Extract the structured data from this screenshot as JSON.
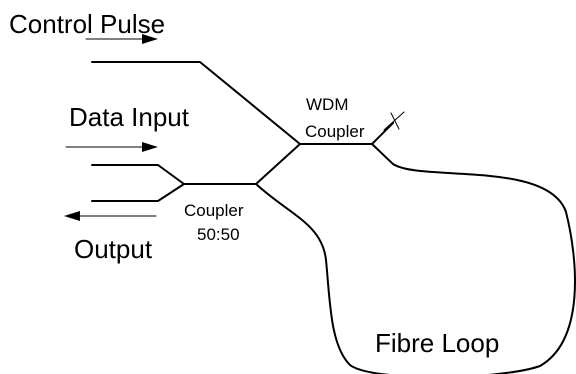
{
  "labels": {
    "control_pulse": "Control Pulse",
    "data_input": "Data Input",
    "output": "Output",
    "wdm_line1": "WDM",
    "wdm_line2": "Coupler",
    "coupler_line1": "Coupler",
    "coupler_line2": "50:50",
    "fibre_loop": "Fibre Loop"
  }
}
